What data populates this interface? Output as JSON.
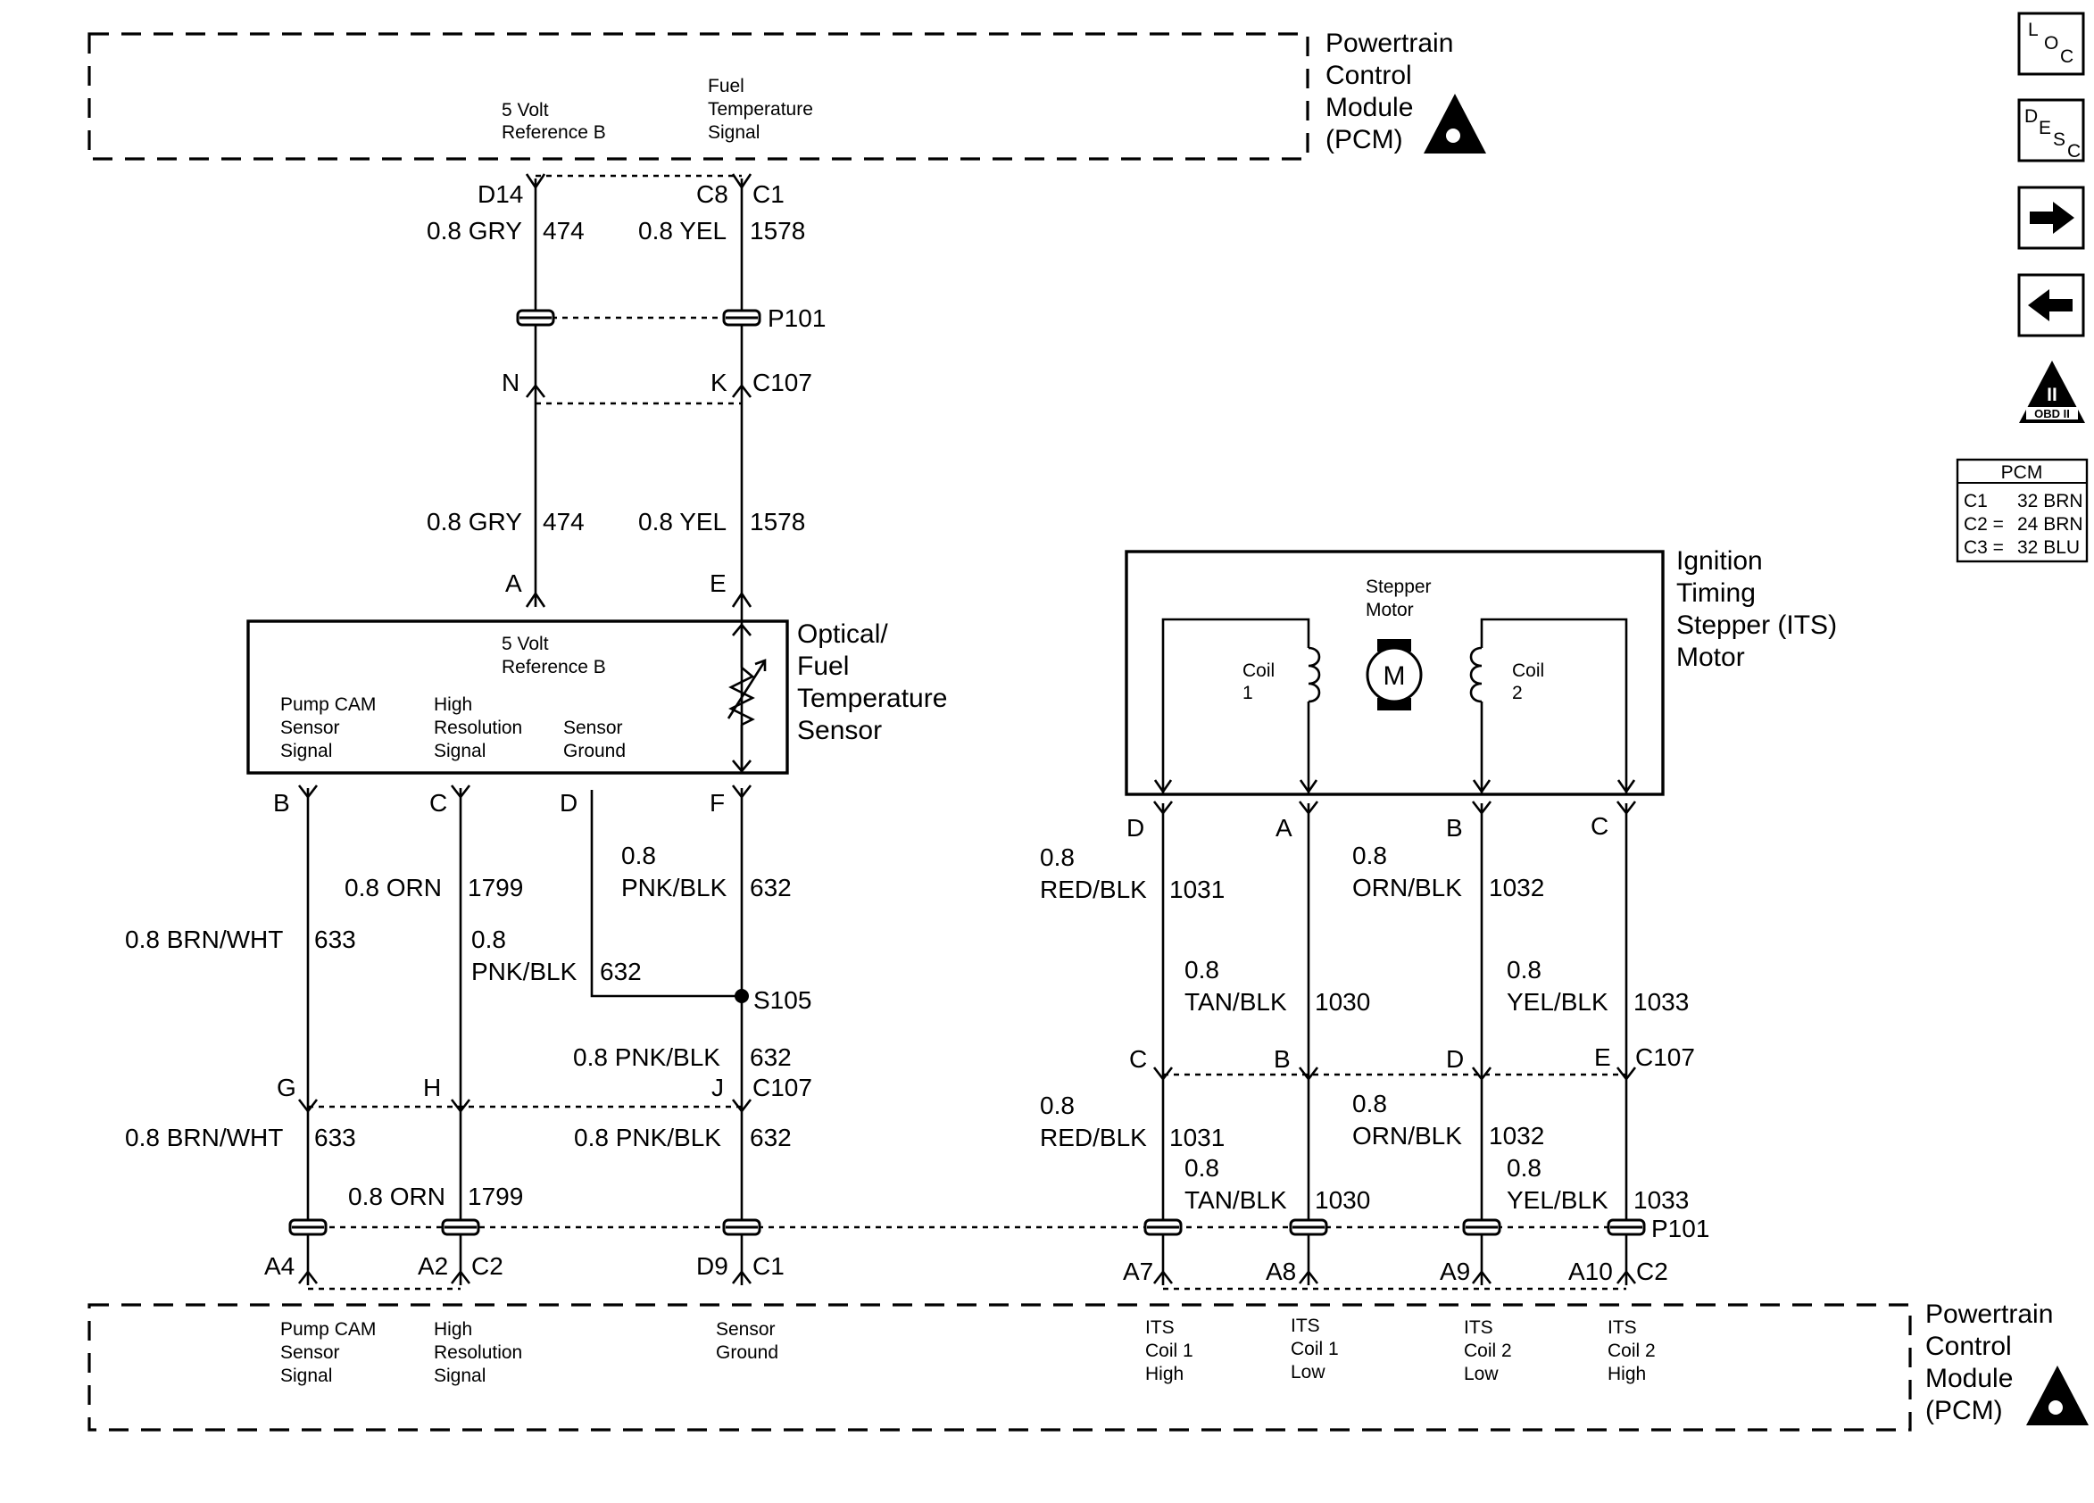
{
  "pcm_top": {
    "title_line1": "Powertrain",
    "title_line2": "Control",
    "title_line3": "Module",
    "title_line4": "(PCM)",
    "sig1_l1": "5 Volt",
    "sig1_l2": "Reference B",
    "sig2_l1": "Fuel",
    "sig2_l2": "Temperature",
    "sig2_l3": "Signal"
  },
  "pcm_bottom": {
    "title_line1": "Powertrain",
    "title_line2": "Control",
    "title_line3": "Module",
    "title_line4": "(PCM)",
    "s1_l1": "Pump CAM",
    "s1_l2": "Sensor",
    "s1_l3": "Signal",
    "s2_l1": "High",
    "s2_l2": "Resolution",
    "s2_l3": "Signal",
    "s3_l1": "Sensor",
    "s3_l2": "Ground",
    "s4_l1": "ITS",
    "s4_l2": "Coil 1",
    "s4_l3": "High",
    "s5_l1": "ITS",
    "s5_l2": "Coil 1",
    "s5_l3": "Low",
    "s6_l1": "ITS",
    "s6_l2": "Coil 2",
    "s6_l3": "Low",
    "s7_l1": "ITS",
    "s7_l2": "Coil 2",
    "s7_l3": "High"
  },
  "sensor": {
    "title_l1": "Optical/",
    "title_l2": "Fuel",
    "title_l3": "Temperature",
    "title_l4": "Sensor",
    "ref_l1": "5 Volt",
    "ref_l2": "Reference B",
    "p1_l1": "Pump CAM",
    "p1_l2": "Sensor",
    "p1_l3": "Signal",
    "p2_l1": "High",
    "p2_l2": "Resolution",
    "p2_l3": "Signal",
    "p3_l1": "Sensor",
    "p3_l2": "Ground"
  },
  "its": {
    "title_l1": "Ignition",
    "title_l2": "Timing",
    "title_l3": "Stepper (ITS)",
    "title_l4": "Motor",
    "stepper_l1": "Stepper",
    "stepper_l2": "Motor",
    "coil1_l1": "Coil",
    "coil1_l2": "1",
    "coil2_l1": "Coil",
    "coil2_l2": "2",
    "motor_letter": "M"
  },
  "pins": {
    "d14": "D14",
    "c8": "C8",
    "c1_top": "C1",
    "n": "N",
    "k": "K",
    "a": "A",
    "e": "E",
    "b": "B",
    "c": "C",
    "d": "D",
    "f": "F",
    "g": "G",
    "h": "H",
    "j": "J",
    "a4": "A4",
    "a2": "A2",
    "c2_l": "C2",
    "d9": "D9",
    "c1_b": "C1",
    "its_d": "D",
    "its_a": "A",
    "its_b": "B",
    "its_c": "C",
    "c107_c": "C",
    "c107_b": "B",
    "c107_d": "D",
    "c107_e": "E",
    "a7": "A7",
    "a8": "A8",
    "a9": "A9",
    "a10": "A10",
    "c2_r": "C2"
  },
  "connectors": {
    "p101_top": "P101",
    "c107_top": "C107",
    "s105": "S105",
    "c107_mid": "C107",
    "c107_right": "C107",
    "p101_bottom": "P101"
  },
  "wires": {
    "w474_color": "0.8 GRY",
    "w474_num": "474",
    "w1578_color": "0.8 YEL",
    "w1578_num": "1578",
    "w633_color": "0.8 BRN/WHT",
    "w633_num": "633",
    "w1799_color": "0.8 ORN",
    "w1799_num": "1799",
    "w632_size": "0.8",
    "w632_color": "PNK/BLK",
    "w632_num": "632",
    "w632_full": "0.8 PNK/BLK",
    "w1031_size": "0.8",
    "w1031_color": "RED/BLK",
    "w1031_num": "1031",
    "w1030_size": "0.8",
    "w1030_color": "TAN/BLK",
    "w1030_num": "1030",
    "w1032_size": "0.8",
    "w1032_color": "ORN/BLK",
    "w1032_num": "1032",
    "w1033_size": "0.8",
    "w1033_color": "YEL/BLK",
    "w1033_num": "1033"
  },
  "pcm_table": {
    "header": "PCM",
    "row1_a": "C1",
    "row1_b": "32 BRN",
    "row2_a": "C2 =",
    "row2_b": "24 BRN",
    "row3_a": "C3 =",
    "row3_b": "32 BLU"
  },
  "nav": {
    "loc_l1": "L",
    "loc_l2": "O",
    "loc_l3": "C",
    "desc_l1": "D",
    "desc_l2": "E",
    "desc_l3": "S",
    "desc_l4": "C",
    "obd_numeral": "II",
    "obd_label": "OBD II"
  }
}
